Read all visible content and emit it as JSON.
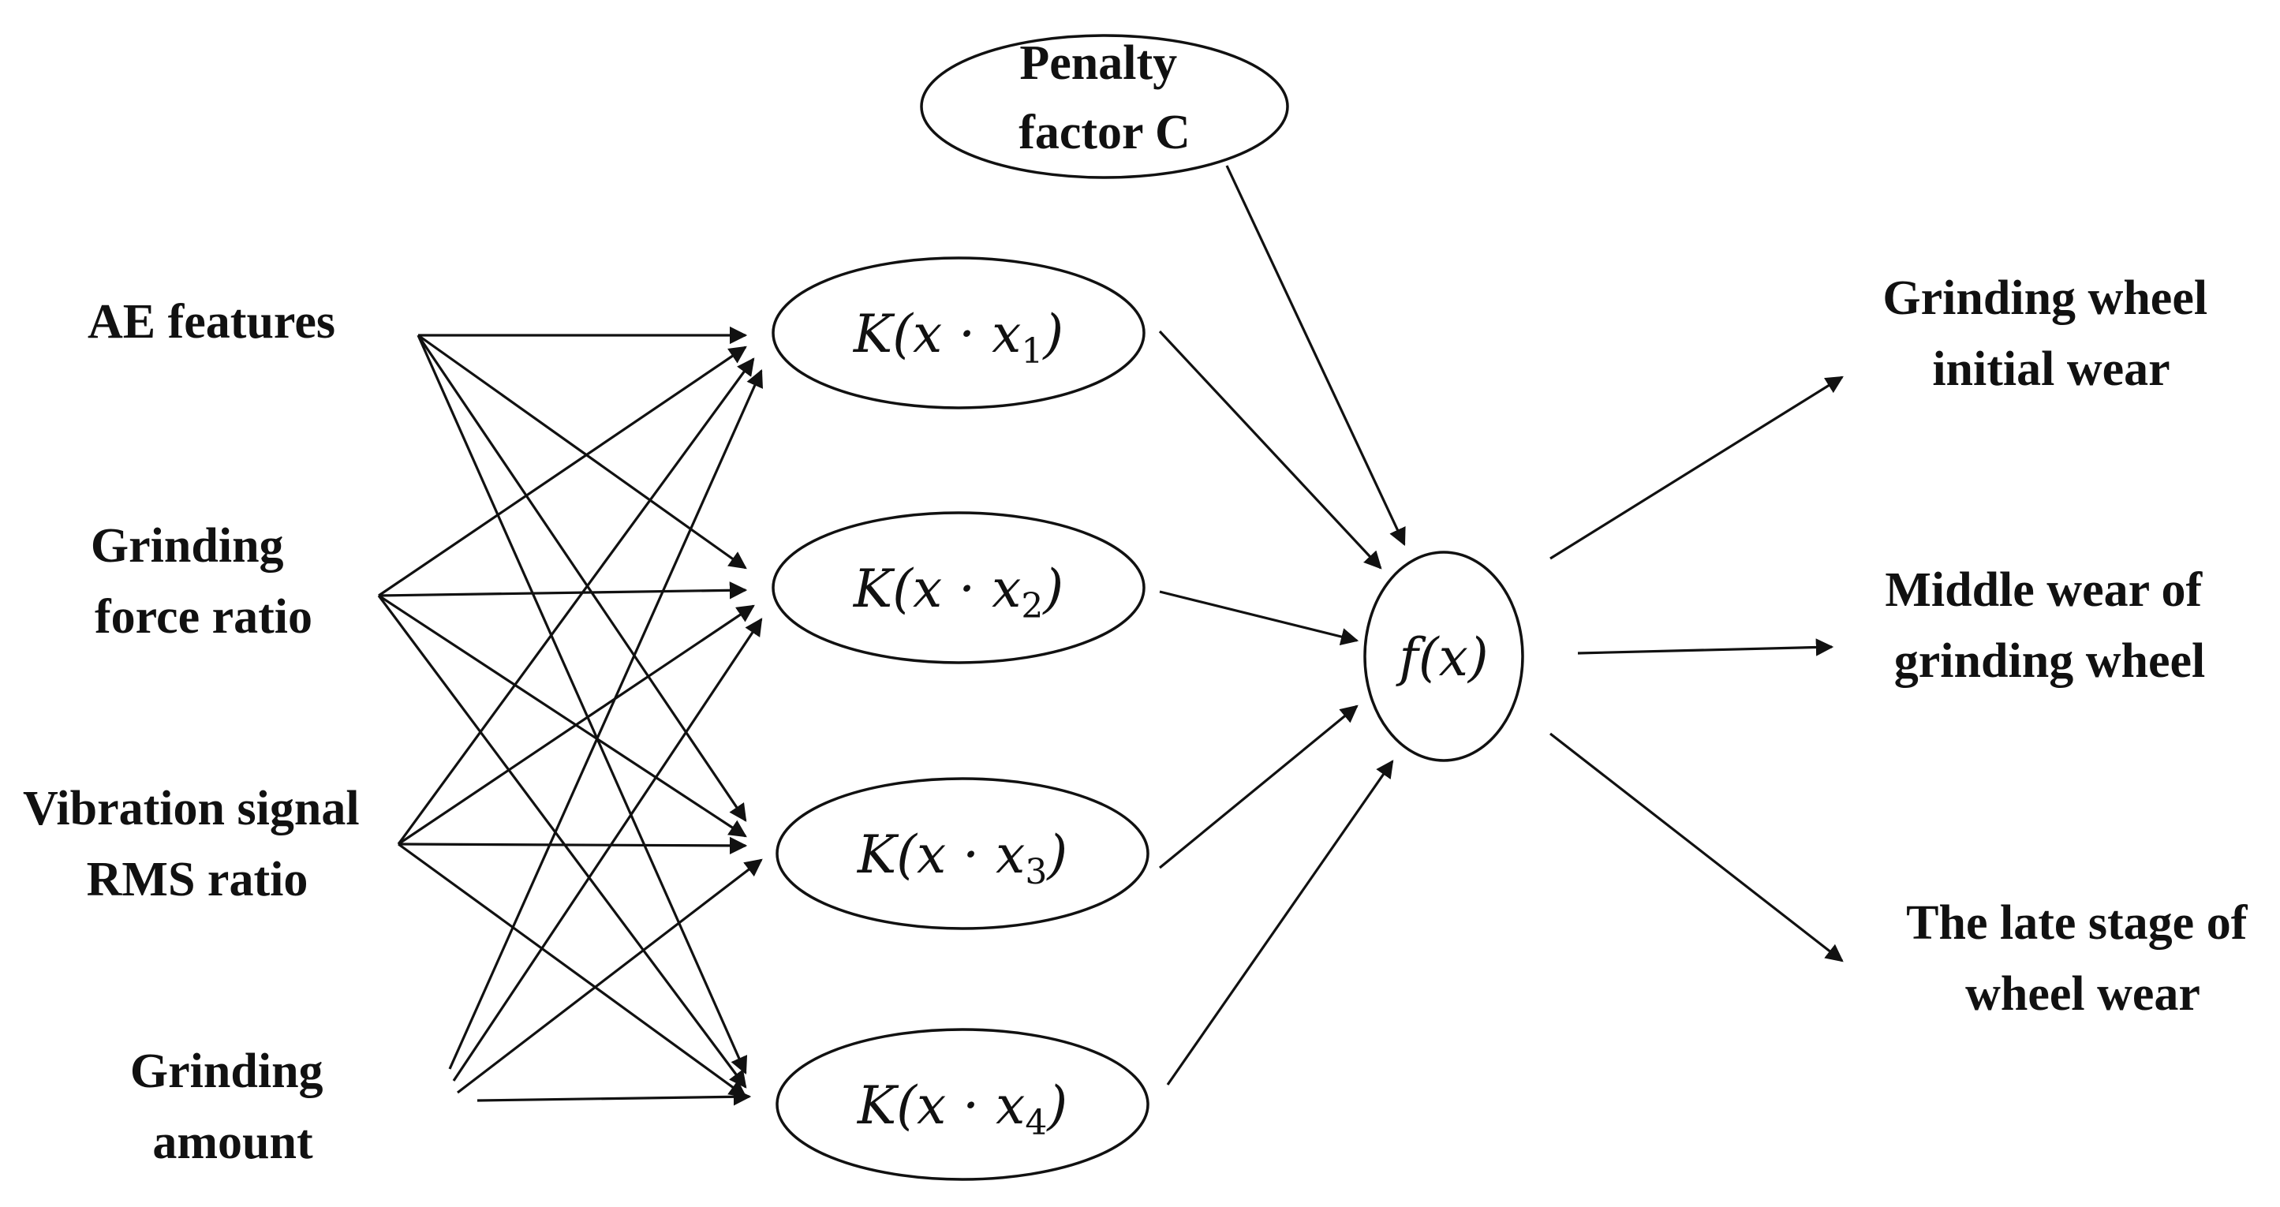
{
  "inputs": {
    "ae_features": [
      "AE features"
    ],
    "grinding_force_ratio": [
      "Grinding",
      "force ratio"
    ],
    "vibration_rms_ratio": [
      "Vibration signal",
      "RMS ratio"
    ],
    "grinding_amount": [
      "Grinding",
      "amount"
    ]
  },
  "penalty": [
    "Penalty",
    "factor C"
  ],
  "kernels": [
    {
      "prefix": "K(x · x",
      "sub": "1",
      "suffix": ")"
    },
    {
      "prefix": "K(x · x",
      "sub": "2",
      "suffix": ")"
    },
    {
      "prefix": "K(x · x",
      "sub": "3",
      "suffix": ")"
    },
    {
      "prefix": "K(x · x",
      "sub": "4",
      "suffix": ")"
    }
  ],
  "output_function": "f(x)",
  "outputs": {
    "initial_wear": [
      "Grinding wheel",
      "initial wear"
    ],
    "middle_wear": [
      "Middle wear of",
      "grinding wheel"
    ],
    "late_wear": [
      "The late stage of",
      "wheel wear"
    ]
  }
}
